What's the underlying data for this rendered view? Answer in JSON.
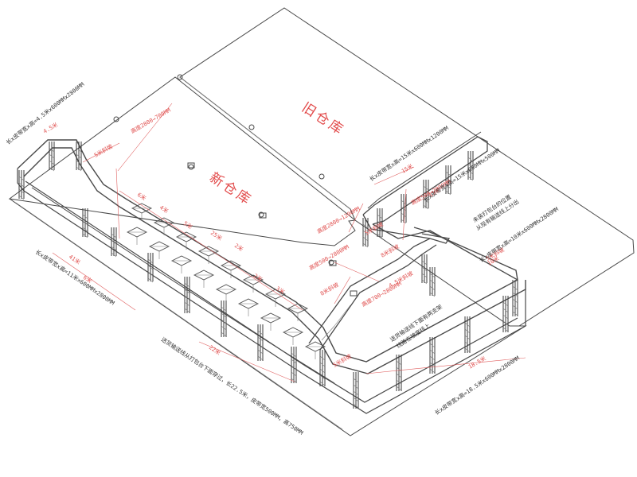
{
  "rooms": {
    "old_warehouse": "旧仓库",
    "new_warehouse": "新仓库"
  },
  "notes": {
    "left_conveyor": "长x皮带宽x高=4.5米x600MMx2800MM",
    "top_conveyor": "长x皮带宽x高=15米x600MMx1200MM",
    "right_conveyor": "长x皮带宽x高=15米x600MMx500MM",
    "lower_left_conveyor": "长x皮带宽x高=11米x600MMx2800MM",
    "bottom_conveyor": "长x皮带宽x高=18.5米x600MMx2800MM",
    "bottom_right_conveyor": "长x皮带宽x高=10米x600MMx2800MM",
    "bottom_caption": "送货输送线从打包台下面穿过，长22.5米，皮带宽500MM，高750MM",
    "right_caption_1": "未装打包台的位置",
    "right_caption_2": "从现有输送线上分出",
    "middle_caption": "送货输送线下面有两支架",
    "middle_caption_2": "线路在坡度线上"
  },
  "dimensions": {
    "height_1": "高度2800→700MM",
    "height_2": "高度2800→1200MM",
    "height_3": "高度500→2800MM",
    "height_4": "高度500→2800MM",
    "height_5": "高度700→2800MM",
    "len_45": "4.5米",
    "len_6a": "6米",
    "len_4": "4米",
    "len_25": "25米",
    "len_5a": "5米",
    "len_2a": "2米",
    "len_2b": "2米",
    "len_3": "3米",
    "len_6b": "6米",
    "len_41": "41米",
    "len_22": "22米",
    "len_18": "18.5米",
    "len_10": "10米",
    "len_15a": "15米",
    "len_15b": "15米",
    "slope_1": "5米斜坡",
    "slope_2": "5米斜坡",
    "slope_3": "8米斜坡",
    "slope_4": "8米斜坡",
    "slope_5": "5米斜坡",
    "slope_6": "4.5米斜坡",
    "slope_7": "5米斜坡"
  }
}
